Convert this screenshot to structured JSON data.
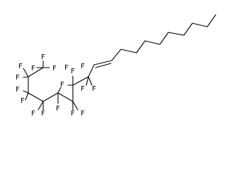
{
  "molecule": {
    "atom_labels": [
      "F",
      "F",
      "F",
      "F",
      "F",
      "F",
      "F",
      "F",
      "F",
      "F",
      "F",
      "F",
      "F",
      "F",
      "F",
      "F",
      "F",
      "F",
      "F",
      "F",
      "F"
    ]
  }
}
